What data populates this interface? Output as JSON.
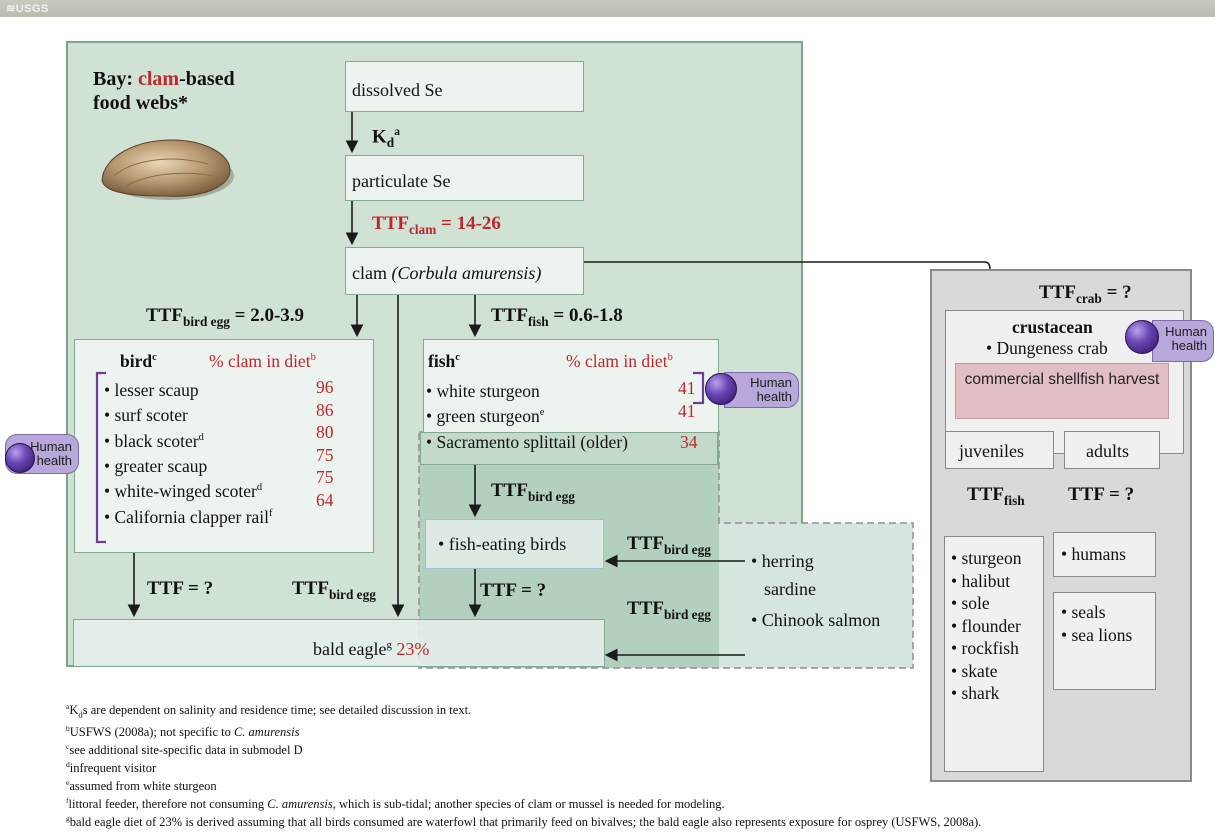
{
  "header": {
    "agency": "USGS"
  },
  "bay": {
    "title_a": "Bay: ",
    "title_clam": "clam",
    "title_b": "-based",
    "title_line2": "food webs*"
  },
  "chain": {
    "dissolved": "dissolved Se",
    "kd": "K",
    "kd_sub": "d",
    "kd_sup": "a",
    "particulate": "particulate Se",
    "ttf_clam_main": "TTF",
    "ttf_clam_sub": "clam",
    "ttf_clam_val": " = 14-26",
    "clam": "clam ",
    "clam_species": "(Corbula amurensis)"
  },
  "ttf_labels": {
    "ttf": "TTF",
    "bird_egg": "bird egg",
    "bird_egg_val": " = 2.0-3.9",
    "fish": "fish",
    "fish_val": " = 0.6-1.8",
    "unknown": "TTF = ?",
    "crab": "crab",
    "crab_val": " = ?"
  },
  "bird": {
    "title": "bird",
    "title_sup": "c",
    "diet_header": "% clam in diet",
    "diet_sup": "b",
    "items": [
      {
        "name": "• lesser scaup",
        "sup": "",
        "value": "96"
      },
      {
        "name": "• surf scoter",
        "sup": "",
        "value": "86"
      },
      {
        "name": "• black scoter",
        "sup": "d",
        "value": "80"
      },
      {
        "name": "• greater scaup",
        "sup": "",
        "value": "75"
      },
      {
        "name": "• white-winged scoter",
        "sup": "d",
        "value": "75"
      },
      {
        "name": "• California clapper rail",
        "sup": "f",
        "value": "64"
      }
    ]
  },
  "fish": {
    "title": "fish",
    "title_sup": "c",
    "diet_header": "% clam in diet",
    "diet_sup": "b",
    "items": [
      {
        "name": "• white sturgeon",
        "sup": "",
        "value": "41"
      },
      {
        "name": "• green sturgeon",
        "sup": "e",
        "value": "41"
      },
      {
        "name": "• Sacramento splittail (older)",
        "sup": "",
        "value": "34"
      }
    ]
  },
  "fish_eating_birds": "• fish-eating birds",
  "prey_fish": [
    "• herring",
    "sardine",
    "• Chinook salmon"
  ],
  "eagle": {
    "label": "bald eagle",
    "sup": "g",
    "value": "23%"
  },
  "crab_panel": {
    "title": "crustacean",
    "item": "• Dungeness crab",
    "harvest": "commercial shellfish harvest",
    "juveniles": "juveniles",
    "adults": "adults",
    "juv_predators": [
      "• sturgeon",
      "• halibut",
      "• sole",
      "• flounder",
      "• rockfish",
      "• skate",
      "• shark"
    ],
    "humans": "• humans",
    "mammals": [
      "• seals",
      "• sea lions"
    ]
  },
  "human_health": {
    "line1": "Human",
    "line2": "health"
  },
  "footnotes": [
    {
      "mark": "a",
      "parts": [
        {
          "t": "K",
          "s": ""
        },
        {
          "t": "d",
          "s": "sub"
        },
        {
          "t": "s are dependent on salinity and residence time; see detailed discussion in text.",
          "s": ""
        }
      ]
    },
    {
      "mark": "b",
      "parts": [
        {
          "t": "USFWS (2008a); not specific to ",
          "s": ""
        },
        {
          "t": "C. amurensis",
          "s": "i"
        }
      ]
    },
    {
      "mark": "c",
      "parts": [
        {
          "t": "see additional site-specific data in submodel D",
          "s": ""
        }
      ]
    },
    {
      "mark": "d",
      "parts": [
        {
          "t": "infrequent visitor",
          "s": ""
        }
      ]
    },
    {
      "mark": "e",
      "parts": [
        {
          "t": "assumed from white sturgeon",
          "s": ""
        }
      ]
    },
    {
      "mark": "f",
      "parts": [
        {
          "t": "littoral feeder, therefore not consuming ",
          "s": ""
        },
        {
          "t": "C. amurensis",
          "s": "i"
        },
        {
          "t": ", which is sub-tidal; another species of clam or mussel is needed for modeling.",
          "s": ""
        }
      ]
    },
    {
      "mark": "g",
      "parts": [
        {
          "t": "bald eagle diet of 23% is derived assuming that all birds consumed are waterfowl that primarily feed on bivalves; the bald eagle also represents exposure for osprey (USFWS, 2008a).",
          "s": ""
        }
      ]
    }
  ],
  "colors": {
    "accent_red": "#c0272d",
    "panel_green": "#cfe2d4",
    "panel_gray": "#d9d9da",
    "health_purple": "#b8a7da"
  }
}
